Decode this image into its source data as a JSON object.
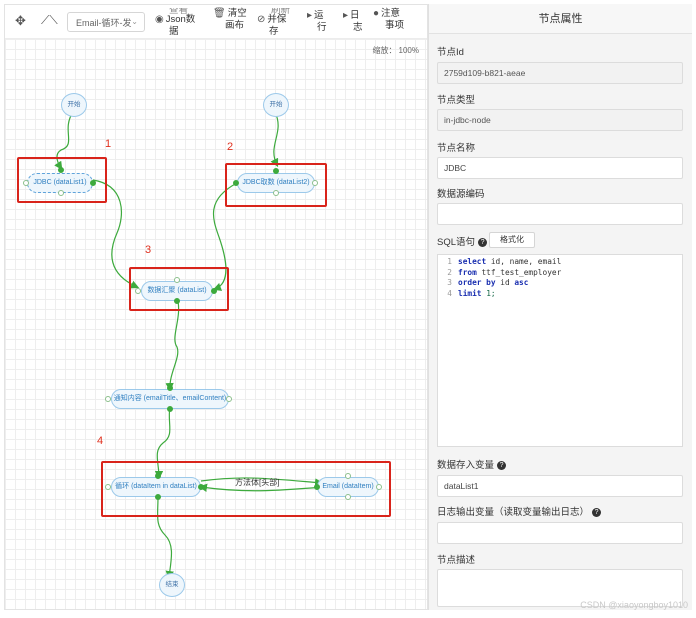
{
  "toolbar": {
    "workflow_select": "Email-循环-发",
    "view_json_line1": "查看",
    "view_json_line2": "Json数",
    "view_json_line3": "据",
    "clear_line1": "清空",
    "clear_line2": "画布",
    "save_line1": "刷新",
    "save_line2": "并保",
    "save_line3": "存",
    "run_line1": "运",
    "run_line2": "行",
    "log_line1": "日",
    "log_line2": "志",
    "note_line1": "注意",
    "note_line2": "事项"
  },
  "canvas": {
    "zoom_label": "缩放：",
    "zoom_value": "100%",
    "nodes": {
      "start1": "开始",
      "start2": "开始",
      "jdbc1": "JDBC (dataList1)",
      "jdbc2": "JDBC取数 (dataList2)",
      "merge": "数据汇聚 (dataList)",
      "notify": "通知内容 (emailTitle、emailContent)",
      "loop": "循环 (dataItem in dataList)",
      "email": "Email (dataItem)",
      "end": "结束"
    },
    "edge_label": "方法体[头部]",
    "annotations": [
      "1",
      "2",
      "3",
      "4"
    ]
  },
  "panel": {
    "title": "节点属性",
    "node_id_label": "节点Id",
    "node_id_value": "2759d109-b821-aeae",
    "node_type_label": "节点类型",
    "node_type_value": "in-jdbc-node",
    "node_name_label": "节点名称",
    "node_name_value": "JDBC",
    "datasource_label": "数据源编码",
    "datasource_value": "",
    "sql_label": "SQL语句",
    "format_button": "格式化",
    "sql_lines": [
      {
        "n": "1",
        "k1": "select",
        "t1": " id, name, email",
        "k2": "",
        "t2": ""
      },
      {
        "n": "2",
        "k1": "from",
        "t1": " ttf_test_employer",
        "k2": "",
        "t2": ""
      },
      {
        "n": "3",
        "k1": "order by",
        "t1": " id ",
        "k2": "asc",
        "t2": ""
      },
      {
        "n": "4",
        "k1": "limit",
        "t1": " ",
        "k2": "",
        "t2": "1;"
      }
    ],
    "store_var_label": "数据存入变量",
    "store_var_value": "dataList1",
    "log_var_label": "日志输出变量（读取变量输出日志）",
    "log_var_value": "",
    "desc_label": "节点描述",
    "desc_value": ""
  },
  "watermark": "CSDN @xiaoyongboy1010"
}
